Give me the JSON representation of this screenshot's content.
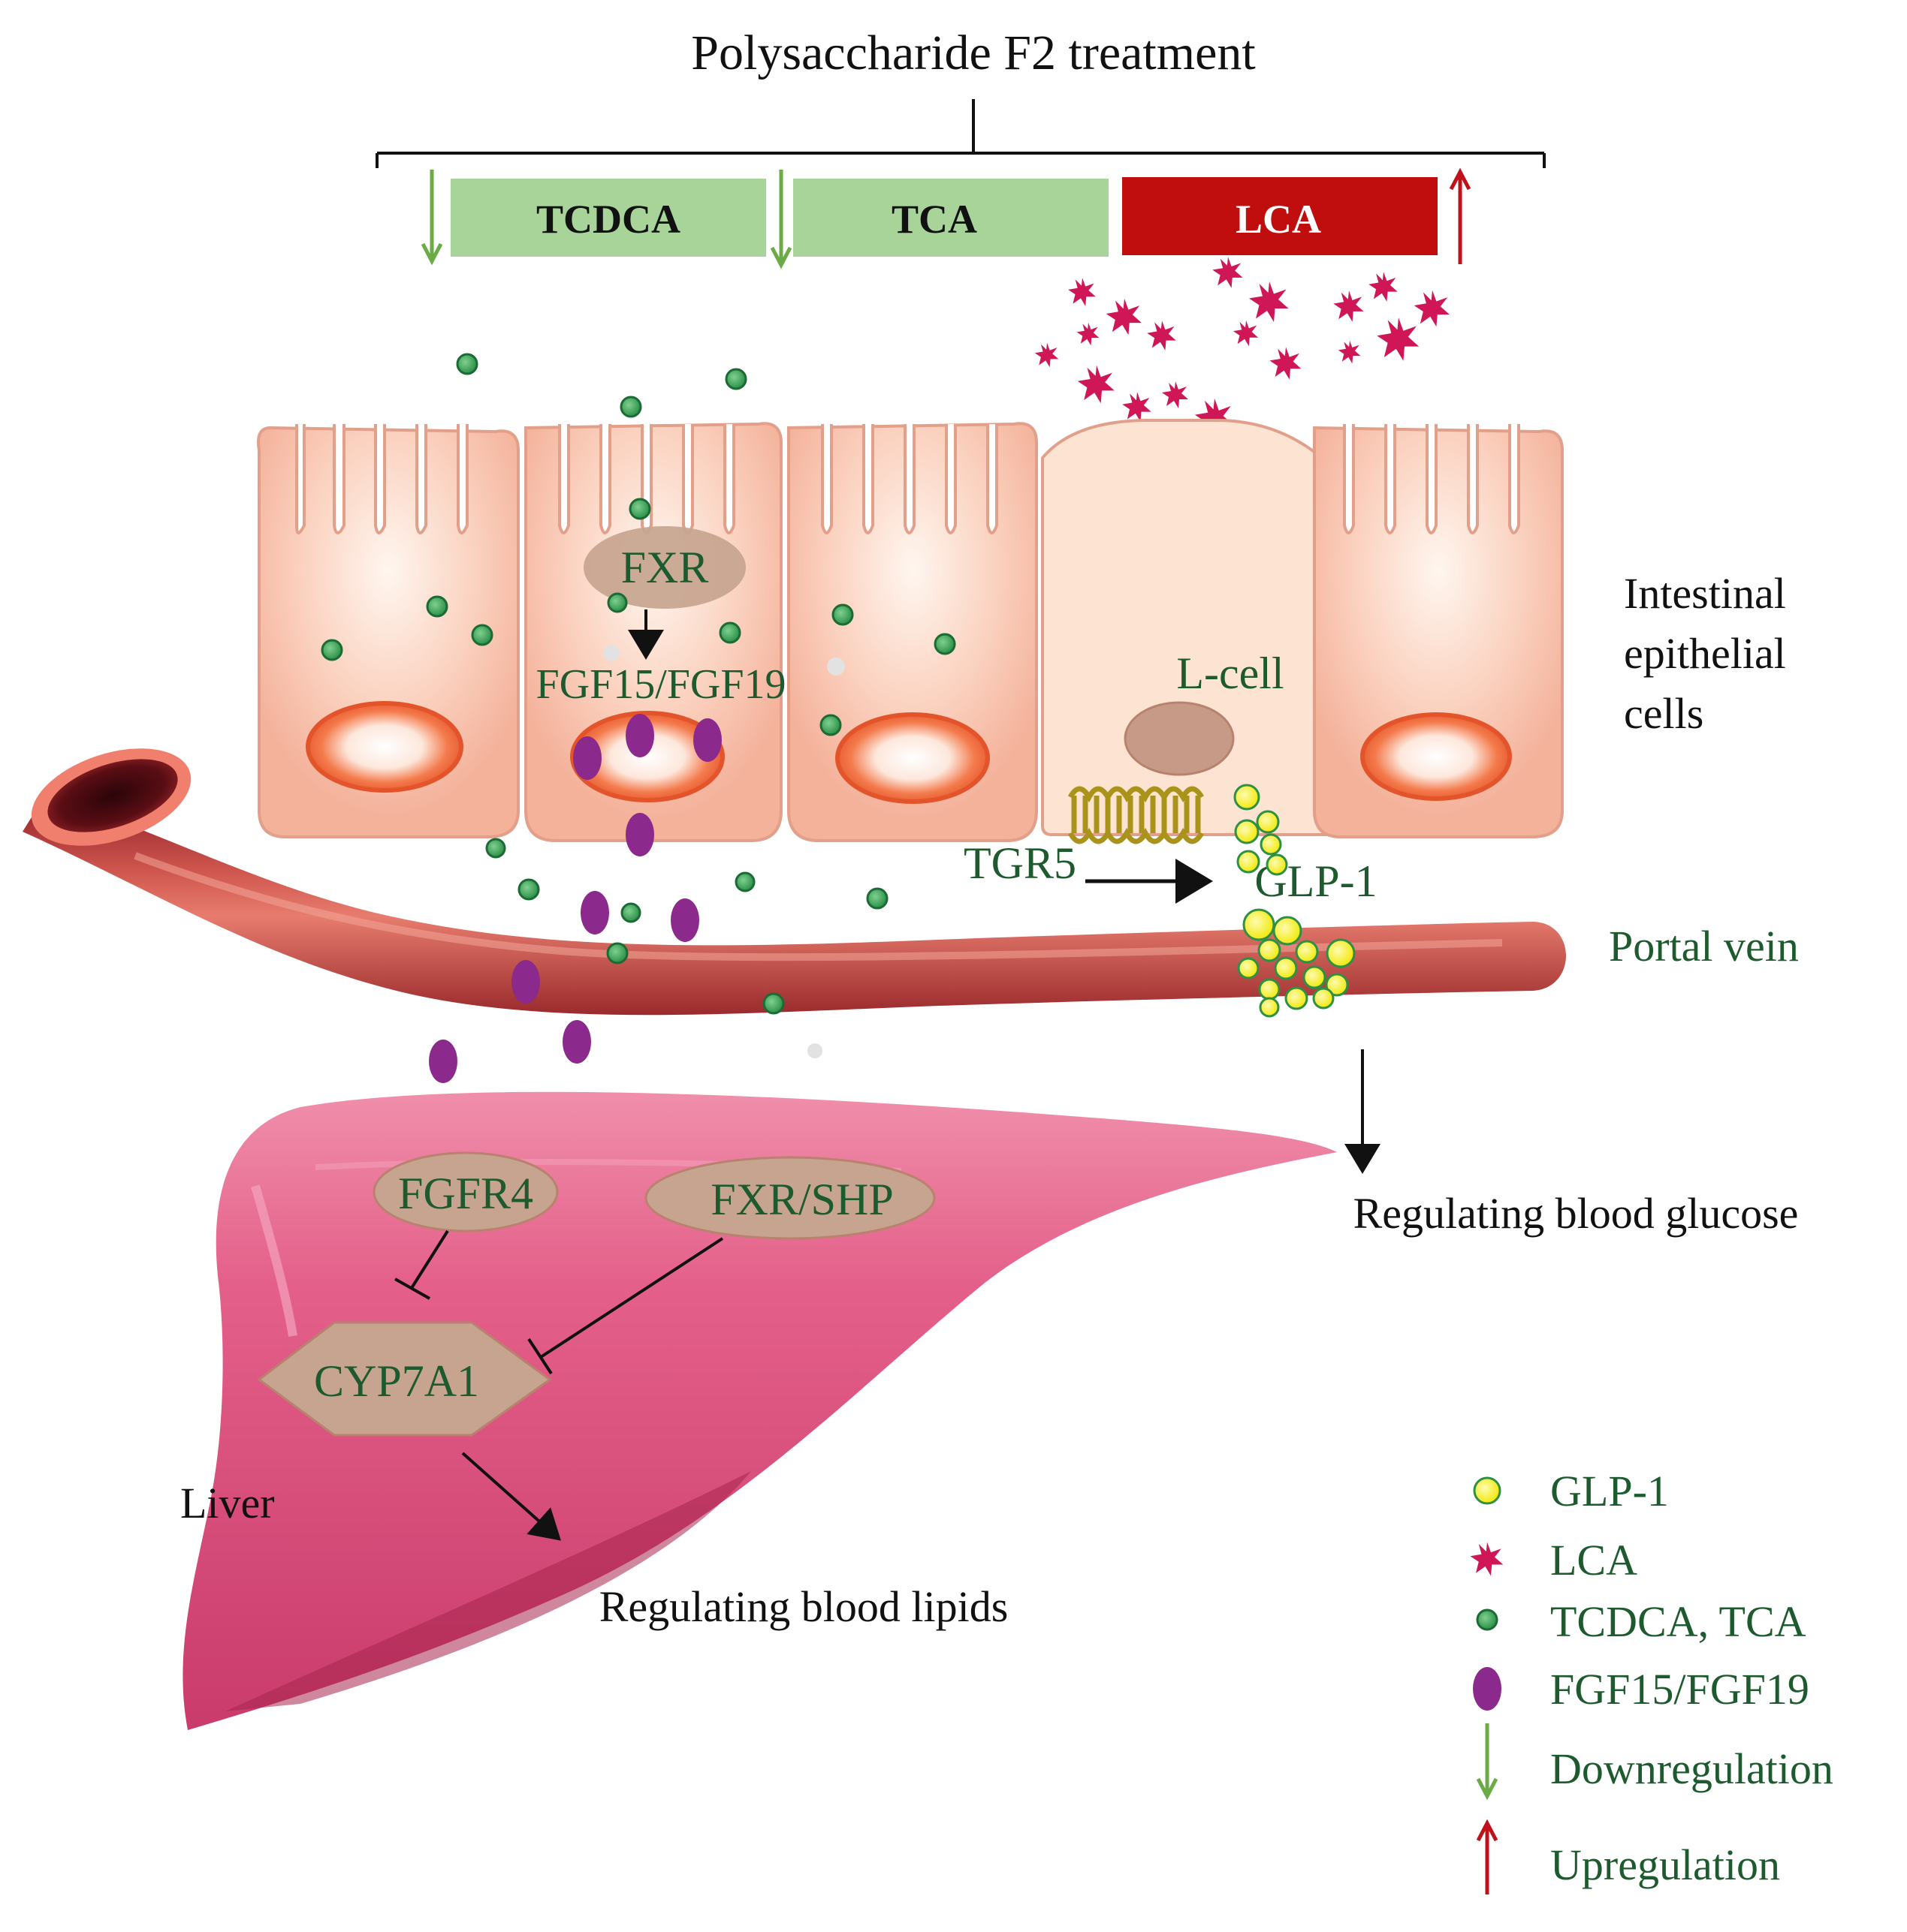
{
  "title": "Polysaccharide F2 treatment",
  "bars": {
    "tcdca": "TCDCA",
    "tca": "TCA",
    "lca": "LCA"
  },
  "colors": {
    "down_green": "#6aab45",
    "up_red": "#c0101a",
    "bar_green": "#a8d49a",
    "bar_red": "#c00d0d",
    "cell": "#f8c3ae",
    "glp1": "#f5ee18",
    "lca_star": "#cf1657",
    "tca_dot": "#2f9a4e",
    "fgf": "#8b2a8c",
    "liver": "#e35a84",
    "vein": "#b53737",
    "text_green": "#1d5a2e"
  },
  "labels": {
    "fxr": "FXR",
    "fgf15_fgf19": "FGF15/FGF19",
    "l_cell": "L-cell",
    "tgr5": "TGR5",
    "glp1": "GLP-1",
    "intestinal_line1": "Intestinal",
    "intestinal_line2": "epithelial",
    "intestinal_line3": "cells",
    "portal_vein": "Portal vein",
    "regulating_glucose": "Regulating blood glucose",
    "fgfr4": "FGFR4",
    "fxr_shp": "FXR/SHP",
    "cyp7a1": "CYP7A1",
    "liver": "Liver",
    "regulating_lipids": "Regulating blood lipids"
  },
  "legend": [
    {
      "icon": "glp1-dot-icon",
      "label": "GLP-1"
    },
    {
      "icon": "lca-star-icon",
      "label": "LCA"
    },
    {
      "icon": "tcdca-tca-dot-icon",
      "label": "TCDCA, TCA"
    },
    {
      "icon": "fgf-oval-icon",
      "label": "FGF15/FGF19"
    },
    {
      "icon": "down-arrow-icon",
      "label": "Downregulation"
    },
    {
      "icon": "up-arrow-icon",
      "label": "Upregulation"
    }
  ]
}
